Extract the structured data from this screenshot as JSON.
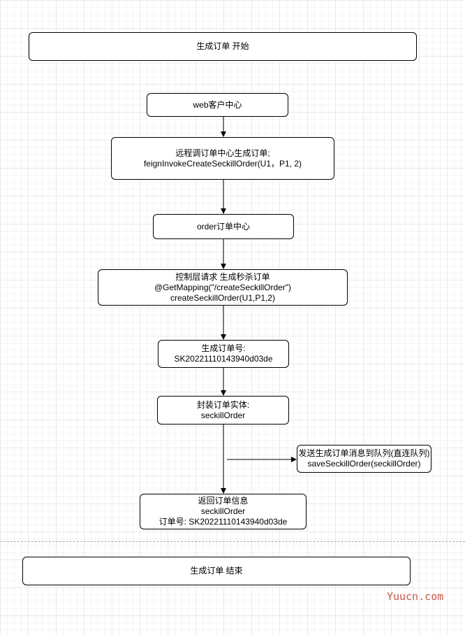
{
  "nodes": {
    "start": {
      "lines": [
        "生成订单 开始"
      ]
    },
    "web": {
      "lines": [
        "web客户中心"
      ]
    },
    "remote": {
      "lines": [
        "远程调订单中心生成订单;",
        "feignInvokeCreateSeckillOrder(U1，P1, 2)"
      ]
    },
    "order_center": {
      "lines": [
        "order订单中心"
      ]
    },
    "controller": {
      "lines": [
        "控制层请求   生成秒杀订单",
        "@GetMapping(\"/createSeckillOrder\")",
        "createSeckillOrder(U1,P1,2)"
      ]
    },
    "order_no": {
      "lines": [
        "生成订单号:",
        "SK20221110143940d03de"
      ]
    },
    "entity": {
      "lines": [
        "封装订单实体:",
        "seckillOrder"
      ]
    },
    "mq": {
      "lines": [
        "发送生成订单消息到队列(直连队列)",
        "saveSeckillOrder(seckillOrder)"
      ]
    },
    "return": {
      "lines": [
        "返回订单信息",
        "seckillOrder",
        "订单号: SK20221110143940d03de"
      ]
    },
    "end": {
      "lines": [
        "生成订单 结束"
      ]
    }
  },
  "watermark": "Yuucn.com"
}
